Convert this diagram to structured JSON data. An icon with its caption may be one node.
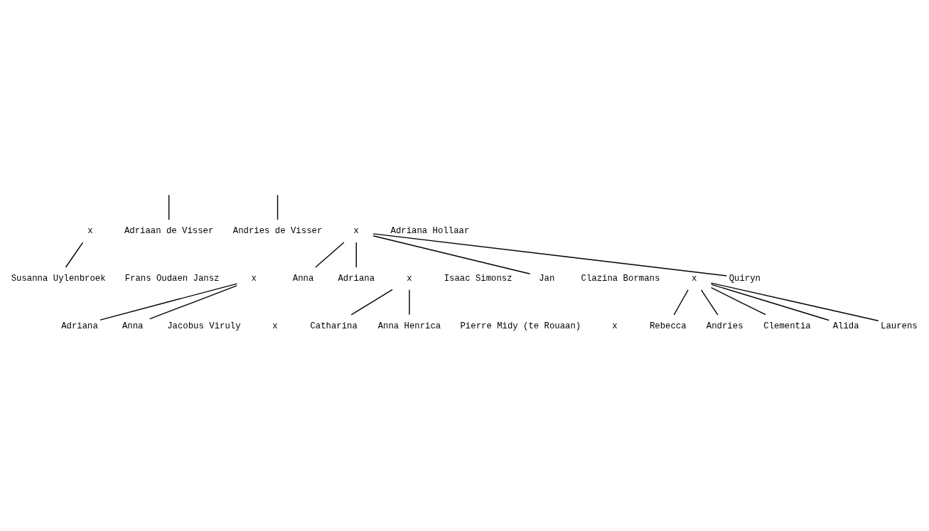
{
  "diagram": {
    "nodes": [
      {
        "text": [
          "x"
        ]
      },
      {
        "text": [
          "Adriaan de Visser"
        ]
      },
      {
        "text": [
          "Andries de Visser"
        ]
      },
      {
        "text": [
          "x"
        ]
      },
      {
        "text": [
          "Adriana Hollaar"
        ]
      },
      {
        "text": [
          "Susanna Uylenbroek"
        ]
      },
      {
        "text": [
          "Frans Oudaen Jansz"
        ]
      },
      {
        "text": [
          "x"
        ]
      },
      {
        "text": [
          "Anna"
        ]
      },
      {
        "text": [
          "Jan"
        ]
      },
      {
        "text": [
          "Adriana"
        ]
      },
      {
        "text": [
          "x"
        ]
      },
      {
        "text": [
          "Isaac Simonsz"
        ]
      },
      {
        "text": [
          "Clazina Bormans"
        ]
      },
      {
        "text": [
          "x"
        ]
      },
      {
        "text": [
          "Quiryn"
        ]
      },
      {
        "text": [
          "Adriana"
        ]
      },
      {
        "text": [
          "Anna"
        ]
      },
      {
        "text": [
          "Jacobus Viruly"
        ]
      },
      {
        "text": [
          "x"
        ]
      },
      {
        "text": [
          "Catharina"
        ]
      },
      {
        "text": [
          "Anna Henrica"
        ]
      },
      {
        "text": [
          "Pierre Midy (te Rouaan)"
        ]
      },
      {
        "text": [
          "x"
        ]
      },
      {
        "text": [
          "Rebecca"
        ]
      },
      {
        "text": [
          "Andries"
        ]
      },
      {
        "text": [
          "Clementia"
        ]
      },
      {
        "text": [
          "Alida"
        ]
      },
      {
        "text": [
          "Laurens"
        ]
      }
    ],
    "edges": [
      {
        "from": null,
        "to": 1,
        "arrow": "none"
      },
      {
        "from": null,
        "to": 2,
        "arrow": "none"
      },
      {
        "from": 0,
        "to": 5,
        "arrow": "none"
      },
      {
        "from": 3,
        "to": 8,
        "arrow": "none"
      },
      {
        "from": 3,
        "to": 10,
        "arrow": "none"
      },
      {
        "from": 3,
        "to": 9,
        "arrow": "none"
      },
      {
        "from": 3,
        "to": 15,
        "arrow": "none"
      },
      {
        "from": 7,
        "to": 16,
        "arrow": "none"
      },
      {
        "from": 7,
        "to": 17,
        "arrow": "none"
      },
      {
        "from": 11,
        "to": 20,
        "arrow": "none"
      },
      {
        "from": 11,
        "to": 21,
        "arrow": "none"
      },
      {
        "from": 14,
        "to": 24,
        "arrow": "none"
      },
      {
        "from": 14,
        "to": 25,
        "arrow": "none"
      },
      {
        "from": 14,
        "to": 26,
        "arrow": "none"
      },
      {
        "from": 14,
        "to": 27,
        "arrow": "none"
      },
      {
        "from": 14,
        "to": 28,
        "arrow": "none"
      }
    ]
  }
}
